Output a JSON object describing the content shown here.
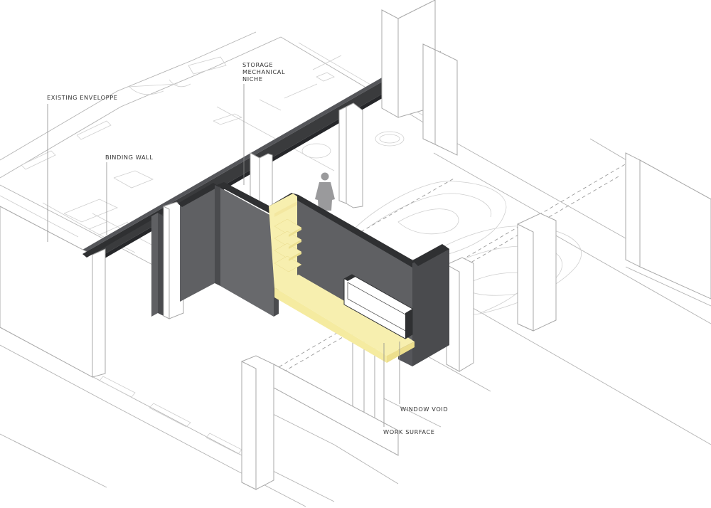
{
  "labels": {
    "existing_envelope": "EXISTING ENVELOPPE",
    "binding_wall": "BINDING WALL",
    "storage_line1": "STORAGE",
    "storage_line2": "MECHANICAL",
    "storage_line3": "NICHE",
    "window_void": "WINDOW VOID",
    "work_surface": "WORK SURFACE"
  },
  "colors": {
    "dark_wall": "#5f6063",
    "dark_wall_side": "#4a4b4e",
    "dark_wall_top": "#2f3032",
    "beam": "#3a3b3d",
    "work_surface": "#f7efaf",
    "shelf": "#f3e7a0",
    "figure": "#9a9a9c"
  }
}
